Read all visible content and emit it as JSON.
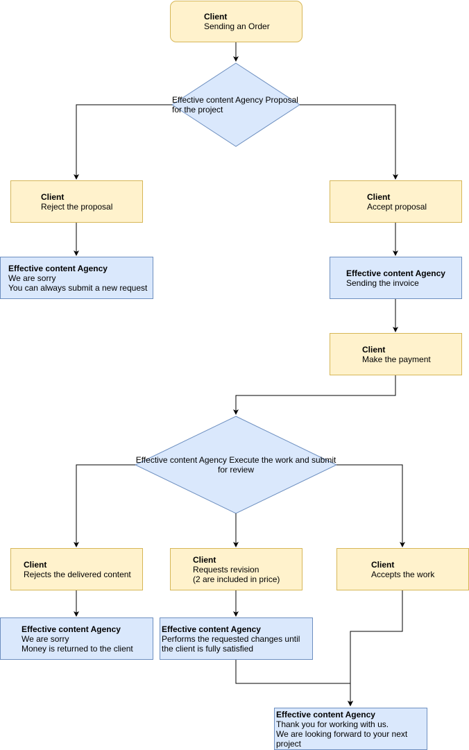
{
  "colors": {
    "client_fill": "#fff2cc",
    "client_stroke": "#d6b656",
    "agency_fill": "#dae8fc",
    "agency_stroke": "#6c8ebf",
    "edge": "#000000"
  },
  "nodes": {
    "start": {
      "title": "Client",
      "lines": [
        "Sending an Order"
      ]
    },
    "proposal": {
      "title": "Effective content Agency",
      "lines": [
        "Proposal for the project"
      ]
    },
    "reject": {
      "title": "Client",
      "lines": [
        "Reject the proposal"
      ]
    },
    "accept": {
      "title": "Client",
      "lines": [
        "Accept proposal"
      ]
    },
    "sorry_new": {
      "title": "Effective content Agency",
      "lines": [
        "We are sorry",
        "You can always submit a new request"
      ]
    },
    "invoice": {
      "title": "Effective content Agency",
      "lines": [
        "Sending the invoice"
      ]
    },
    "payment": {
      "title": "Client",
      "lines": [
        "Make the payment"
      ]
    },
    "execute": {
      "title": "Effective content Agency",
      "lines": [
        "Execute the work and submit for review"
      ]
    },
    "reject_content": {
      "title": "Client",
      "lines": [
        "Rejects the delivered content"
      ]
    },
    "revision": {
      "title": "Client",
      "lines": [
        "Requests revision",
        "(2 are included in price)"
      ]
    },
    "accept_work": {
      "title": "Client",
      "lines": [
        "Accepts the work"
      ]
    },
    "refund": {
      "title": "Effective content Agency",
      "lines": [
        "We are sorry",
        "Money is returned to the client"
      ]
    },
    "changes": {
      "title": "Effective content Agency",
      "lines": [
        "Performs the requested changes until",
        "the client is fully satisfied"
      ]
    },
    "thanks": {
      "title": "Effective content Agency",
      "lines": [
        "Thank you for working with us.",
        "We are looking forward to your next",
        "project"
      ]
    }
  }
}
